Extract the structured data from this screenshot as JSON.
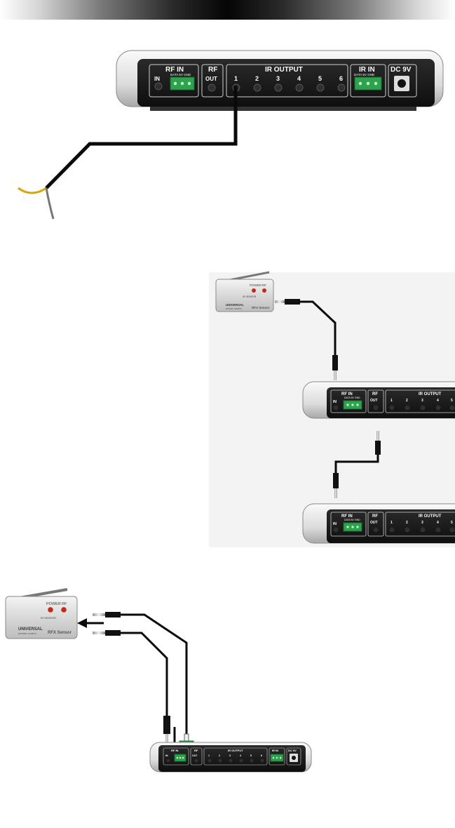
{
  "hub": {
    "rf_in": "RF IN",
    "in": "IN",
    "rf": "RF",
    "out": "OUT",
    "ir_output": "IR OUTPUT",
    "ir_in": "IR IN",
    "dc": "DC 9V",
    "rf_in_pins": "DATA  5V  GND",
    "ir_in_pins": "DATA  5V  GND",
    "ports": [
      "1",
      "2",
      "3",
      "4",
      "5",
      "6"
    ]
  },
  "sensor": {
    "power": "POWER",
    "rf": "RF",
    "brand": "UNIVERSAL",
    "brand_sub": "remote control",
    "name": "RFX Sensor",
    "ir_sensor": "IR SENSOR"
  },
  "colors": {
    "hub_body": "#1c1c1c",
    "hub_shell": "#e6e6e6",
    "terminal_green": "#2fa24d",
    "cable": "#0a0a0a",
    "led_red": "#c42a1a",
    "wire_yellow": "#d9a800",
    "wire_gray": "#777777"
  }
}
